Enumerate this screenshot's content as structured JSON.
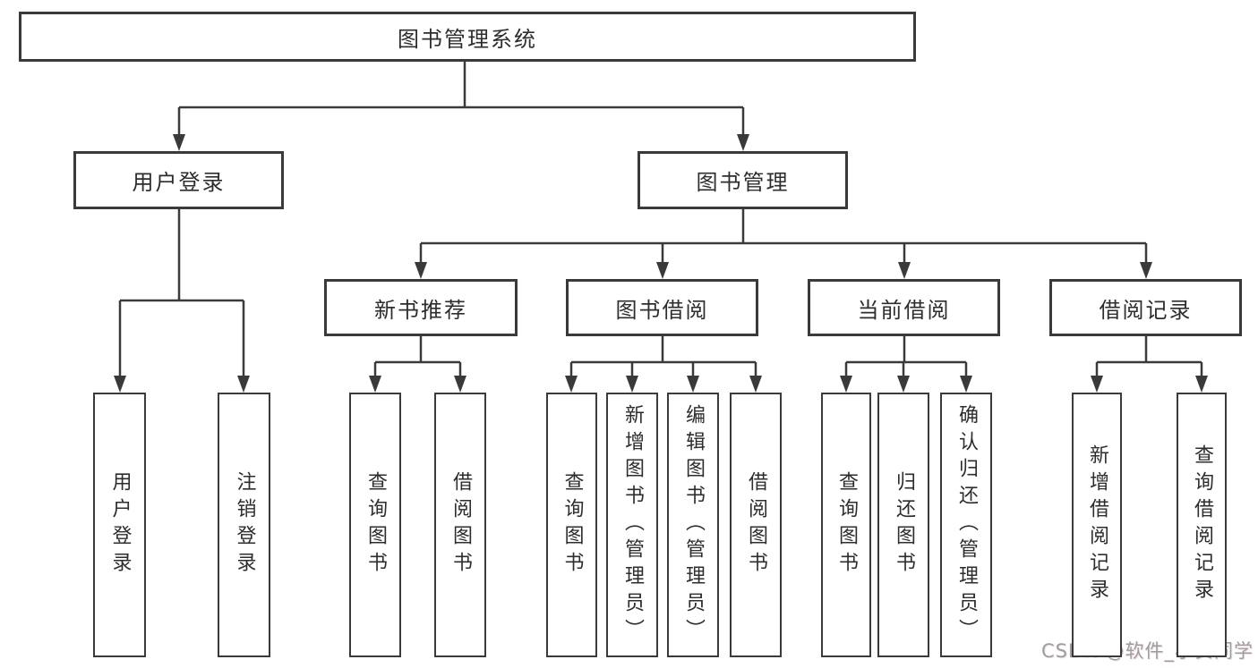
{
  "page": {
    "background": "#ffffff",
    "line_color": "#3a3a3a",
    "box_border_color": "#3a3a3a",
    "box_fill": "#ffffff",
    "text_color": "#2d2d2d"
  },
  "watermark": {
    "text": "CSDN @软件_小贺同学",
    "color": "#9e9e9e"
  },
  "tree": {
    "root": {
      "label": "图书管理系统",
      "children": [
        {
          "label": "用户登录",
          "children": [
            {
              "label": "用户登录"
            },
            {
              "label": "注销登录"
            }
          ]
        },
        {
          "label": "图书管理",
          "children": [
            {
              "label": "新书推荐",
              "children": [
                {
                  "label": "查询图书"
                },
                {
                  "label": "借阅图书"
                }
              ]
            },
            {
              "label": "图书借阅",
              "children": [
                {
                  "label": "查询图书"
                },
                {
                  "label": "新增图书（管理员）"
                },
                {
                  "label": "编辑图书（管理员）"
                },
                {
                  "label": "借阅图书"
                }
              ]
            },
            {
              "label": "当前借阅",
              "children": [
                {
                  "label": "查询图书"
                },
                {
                  "label": "归还图书"
                },
                {
                  "label": "确认归还（管理员）"
                }
              ]
            },
            {
              "label": "借阅记录",
              "children": [
                {
                  "label": "新增借阅记录"
                },
                {
                  "label": "查询借阅记录"
                }
              ]
            }
          ]
        }
      ]
    }
  }
}
